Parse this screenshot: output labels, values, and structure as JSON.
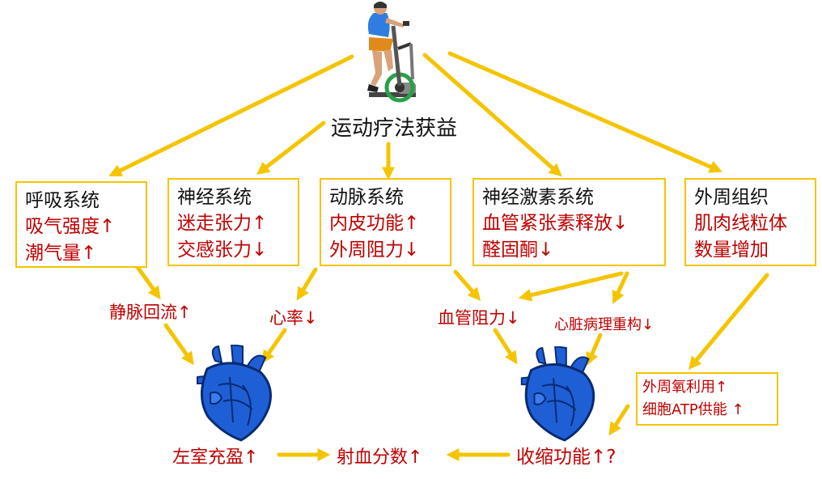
{
  "title": "运动疗法获益",
  "boxes": [
    {
      "head": "呼吸系统",
      "lines": [
        "吸气强度↑",
        "潮气量↑"
      ]
    },
    {
      "head": "神经系统",
      "lines": [
        "迷走张力↑",
        "交感张力↓"
      ]
    },
    {
      "head": "动脉系统",
      "lines": [
        "内皮功能↑",
        "外周阻力↓"
      ]
    },
    {
      "head": "神经激素系统",
      "lines": [
        "血管紧张素释放↓",
        "醛固酮↓"
      ]
    },
    {
      "head": "外周组织",
      "lines": [
        "肌肉线粒体",
        "数量增加"
      ]
    }
  ],
  "labels": {
    "venous_return": "静脉回流↑",
    "heart_rate": "心率↓",
    "vascular_resistance": "血管阻力↓",
    "cardiac_remodeling": "心脏病理重构↓",
    "lv_filling": "左室充盈↑",
    "ejection_fraction": "射血分数↑",
    "contractility": "收缩功能↑?"
  },
  "peripheral": [
    "外周氧利用↑",
    "细胞ATP供能 ↑"
  ],
  "colors": {
    "arrow": "#f5c400",
    "accent_text": "#c00000",
    "heart": "#1f5fd6"
  },
  "icons": [
    "cyclist-icon",
    "heart-icon",
    "heart-icon"
  ]
}
